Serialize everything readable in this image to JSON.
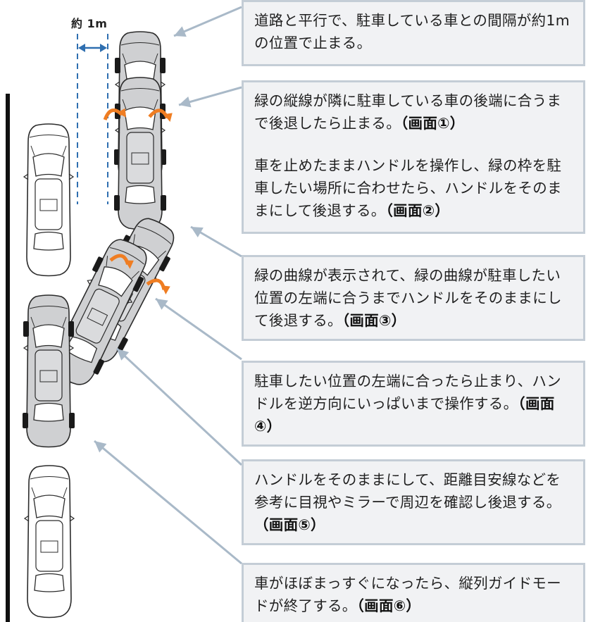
{
  "distance_label": "約 1m",
  "steps": [
    {
      "text": "道路と平行で、駐車している車との間隔が約1m の位置で止まる。",
      "screen": ""
    },
    {
      "text": "緑の縦線が隣に駐車している車の後端に合うまで後退したら止まる。",
      "screen": "（画面①）"
    },
    {
      "text": "車を止めたままハンドルを操作し、緑の枠を駐車したい場所に合わせたら、ハンドルをそのままにして後退する。",
      "screen": "（画面②）"
    },
    {
      "text": "緑の曲線が表示されて、緑の曲線が駐車したい位置の左端に合うまでハンドルをそのままにして後退する。",
      "screen": "（画面③）"
    },
    {
      "text": "駐車したい位置の左端に合ったら止まり、ハンドルを逆方向にいっぱいまで操作する。",
      "screen": "（画面④）"
    },
    {
      "text": "ハンドルをそのままにして、距離目安線などを参考に目視やミラーで周辺を確認し後退する。",
      "screen": "（画面⑤）"
    },
    {
      "text": "車がほぼまっすぐになったら、縦列ガイドモードが終了する。",
      "screen": "（画面⑥）"
    }
  ],
  "colors": {
    "callout_fill": "#f1f2f4",
    "callout_border": "#c4cdd6",
    "leader_line": "#a9b9c8",
    "car_body_moving": "#cfd0d2",
    "car_body_parked": "#ffffff",
    "tire": "#1a1a1a",
    "steer_arrow": "#ef7d22",
    "dimension": "#2f6fb0",
    "curb": "#111111"
  },
  "icons": [
    "car-top-view-icon",
    "steering-arrow-icon"
  ]
}
